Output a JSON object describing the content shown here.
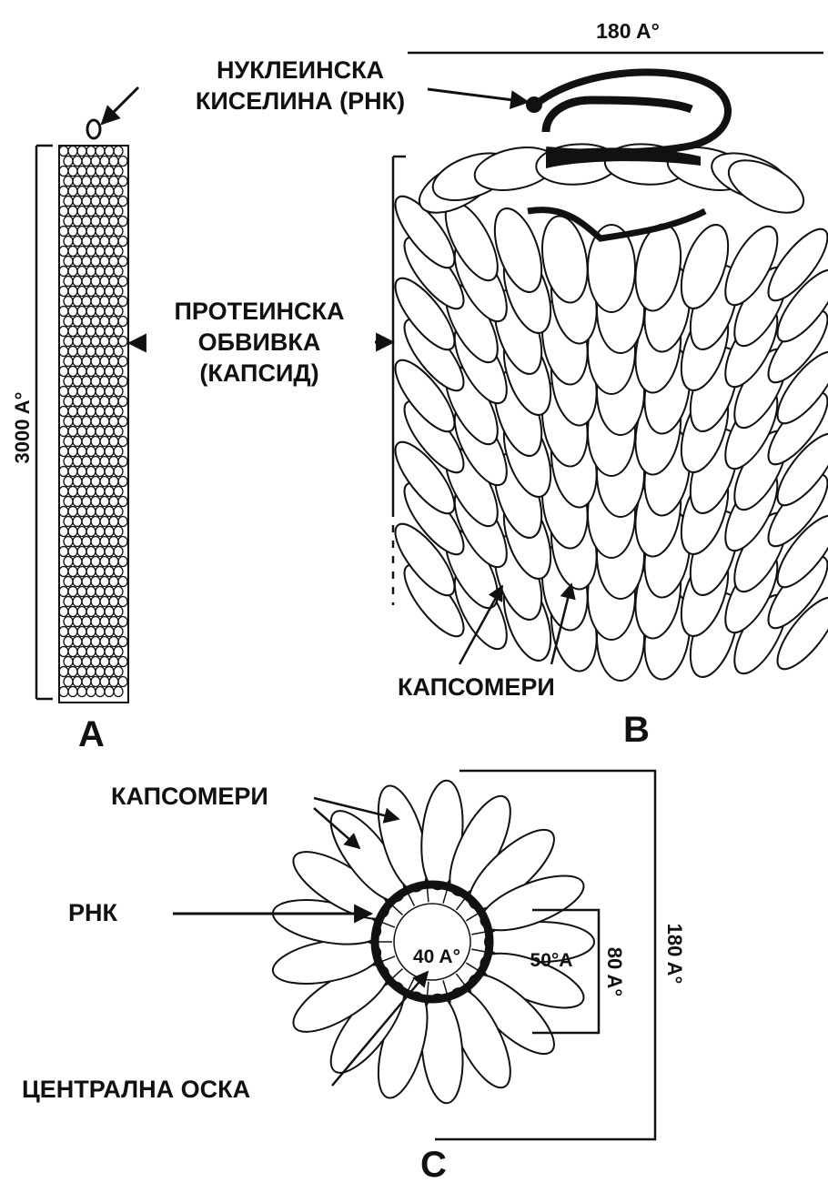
{
  "labels": {
    "nucleic_acid_line1": "НУКЛЕИНСКА",
    "nucleic_acid_line2": "КИСЕЛИНА (РНК)",
    "capsid_line1": "ПРОТЕИНСКА",
    "capsid_line2": "ОБВИВКА",
    "capsid_line3": "(КАПСИД)",
    "capsomeres_b": "КАПСОМЕРИ",
    "capsomeres_c": "КАПСОМЕРИ",
    "rna": "РНК",
    "central_axis": "ЦЕНТРАЛНА ОСКА"
  },
  "panels": {
    "a": "A",
    "b": "B",
    "c": "C"
  },
  "dimensions": {
    "rod_length": "3000 A°",
    "top_width": "180 A°",
    "inner_axis": "40 A°",
    "radius": "50°A",
    "ring_diameter": "80 A°",
    "total_diameter": "180 A°"
  },
  "colors": {
    "ink": "#111111",
    "background": "#ffffff"
  }
}
